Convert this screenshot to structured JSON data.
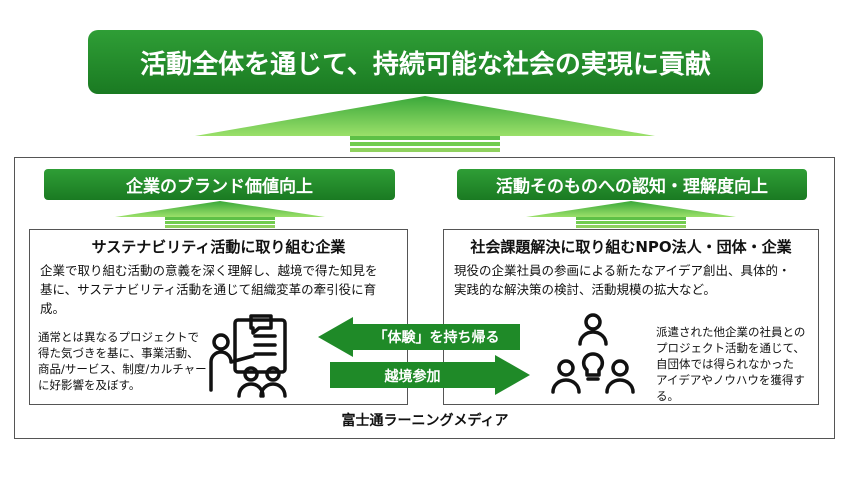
{
  "top_banner": "活動全体を通じて、持続可能な社会の実現に貢献",
  "left_banner": "企業のブランド価値向上",
  "right_banner": "活動そのものへの認知・理解度向上",
  "left_box": {
    "title": "サステナビリティ活動に取り組む企業",
    "desc_line1": "企業で取り組む活動の意義を深く理解し、越境で得た知見を",
    "desc_line2": "基に、サステナビリティ活動を通じて組織変革の牽引役に育成。",
    "note": [
      "通常とは異なるプロジェクトで",
      "得た気づきを基に、事業活動、",
      "商品/サービス、制度/カルチャー",
      "に好影響を及ぼす。"
    ]
  },
  "right_box": {
    "title": "社会課題解決に取り組むNPO法人・団体・企業",
    "desc_line1": "現役の企業社員の参画による新たなアイデア創出、具体的・",
    "desc_line2": "実践的な解決策の検討、活動規模の拡大など。",
    "note": [
      "派遣された他企業の社員との",
      "プロジェクト活動を通じて、",
      "自団体では得られなかった",
      "アイデアやノウハウを獲得する。"
    ]
  },
  "arrow_back_label": "「体験」を持ち帰る",
  "arrow_forward_label": "越境参加",
  "footer_label": "富士通ラーニングメディア",
  "colors": {
    "green": "#2f9e36",
    "green_dark": "#1a7a22",
    "arrow_light": "#8fd15f"
  },
  "icons": [
    "presenter-with-audience-icon",
    "group-ideas-lightbulb-icon"
  ]
}
